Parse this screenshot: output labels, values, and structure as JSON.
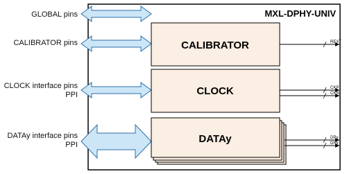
{
  "chip": {
    "title": "MXL-DPHY-UNIV"
  },
  "labels": {
    "global": "GLOBAL pins",
    "calibrator": "CALIBRATOR pins",
    "clock_line1": "CLOCK interface pins",
    "clock_line2": "PPI",
    "datay_line1": "DATAy interface pins",
    "datay_line2": "PPI"
  },
  "blocks": {
    "calibrator": "CALIBRATOR",
    "clock": "CLOCK",
    "datay": "DATAy"
  },
  "pins": {
    "rext": "REXT",
    "ckp": "CKP",
    "ckn": "CKN",
    "dpy": "DPy",
    "dny": "DNy"
  },
  "colors": {
    "arrow_fill": "#cce6f7",
    "arrow_stroke": "#2c6fa8",
    "block_fill": "#fbeee2",
    "block_stroke": "#000000"
  }
}
